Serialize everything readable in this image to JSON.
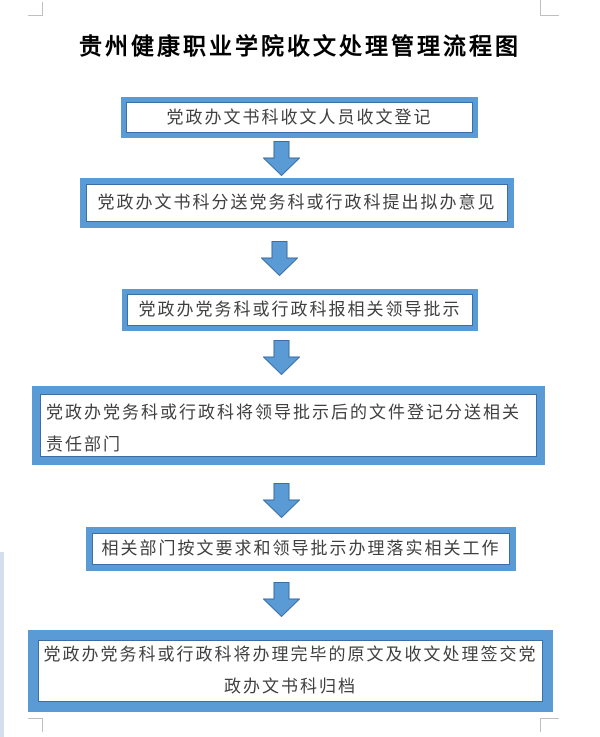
{
  "title": "贵州健康职业学院收文处理管理流程图",
  "flow": {
    "steps": [
      {
        "text": "党政办文书科收文人员收文登记"
      },
      {
        "text": "党政办文书科分送党务科或行政科提出拟办意见"
      },
      {
        "text": "党政办党务科或行政科报相关领导批示"
      },
      {
        "text": "党政办党务科或行政科将领导批示后的文件登记分送相关责任部门"
      },
      {
        "text": "相关部门按文要求和领导批示办理落实相关工作"
      },
      {
        "text": "党政办党务科或行政科将办理完毕的原文及收文处理签交党政办文书科归档"
      }
    ],
    "connector_icon": "down-block-arrow"
  },
  "colors": {
    "accent": "#5b9bd5",
    "accent-dark": "#3a6ea5",
    "text": "#404040",
    "mark": "#bfbfbf",
    "page-bg": "#ffffff"
  }
}
